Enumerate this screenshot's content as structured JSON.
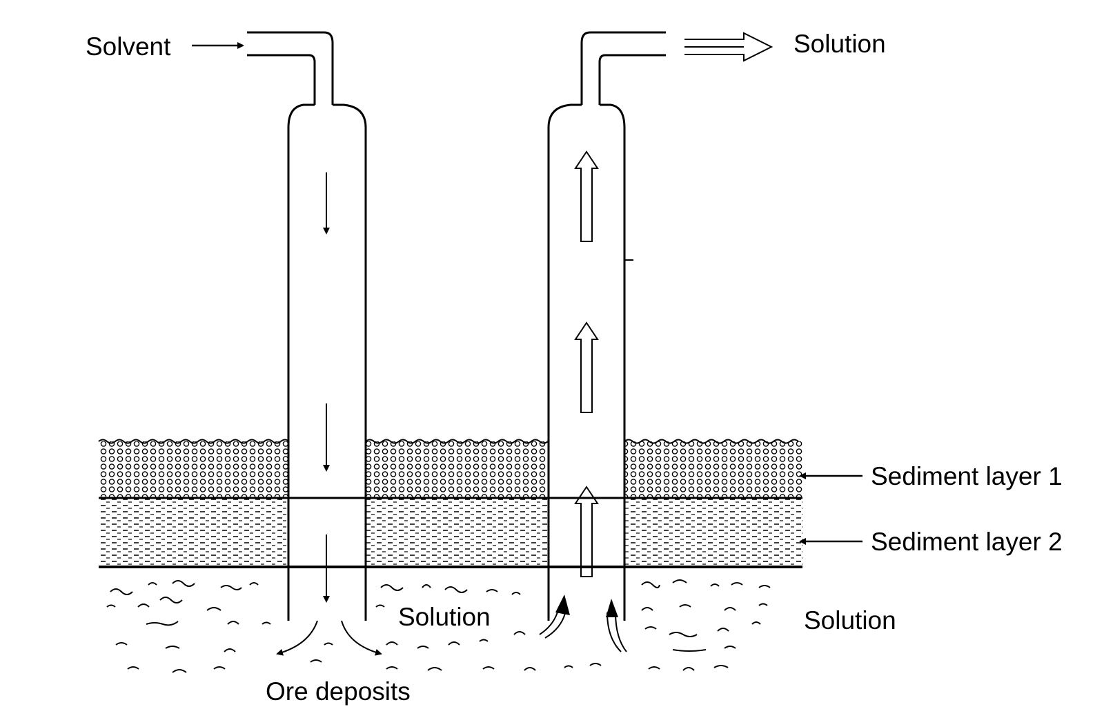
{
  "labels": {
    "solvent": "Solvent",
    "solution_top": "Solution",
    "sediment_layer_1": "Sediment layer 1",
    "sediment_layer_2": "Sediment layer 2",
    "solution_middle": "Solution",
    "solution_right": "Solution",
    "ore_deposits": "Ore deposits"
  },
  "colors": {
    "ink": "#000000",
    "background": "#ffffff"
  }
}
